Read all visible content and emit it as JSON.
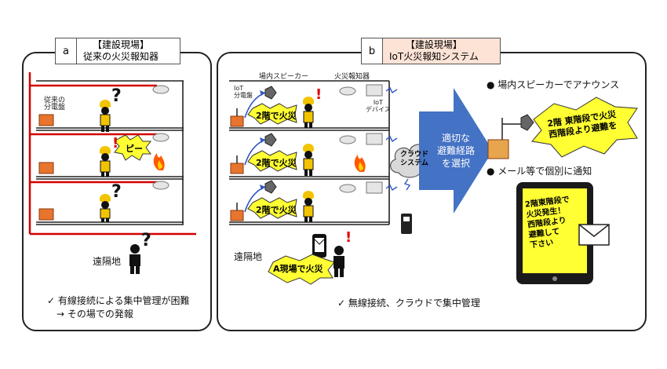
{
  "left_panel": {
    "tag_letter": "a",
    "tag_line1": "【建設現場】",
    "tag_line2": "従来の火災報知器",
    "distribution_board_label": "従来の\n分電盤",
    "alarm_sound": "ピー",
    "remote_label": "遠隔地",
    "note_line1": "✓ 有線接続による集中管理が困難",
    "note_line2": "→ その場での発報"
  },
  "right_panel": {
    "tag_letter": "b",
    "tag_line1": "【建設現場】",
    "tag_line2": "IoT火災報知システム",
    "speaker_label": "場内スピーカー",
    "alarm_label": "火災報知器",
    "iot_board_label": "IoT\n分電盤",
    "iot_device_label": "IoT\nデバイス",
    "floor_alert": "2階で火災",
    "cloud_label": "クラウド\nシステム",
    "arrow_text": "適切な\n避難経路\nを選択",
    "remote_label": "遠隔地",
    "remote_alert": "A現場で火災",
    "bullet1": "● 場内スピーカーでアナウンス",
    "announce": "2階 東階段で火災\n西階段より避難を",
    "bullet2": "● メール等で個別に通知",
    "tablet_text": "2階東階段で\n火災発生！\n西階段より\n避難して\n下さい",
    "note": "✓ 無線接続、クラウドで集中管理"
  },
  "colors": {
    "wire": "#d40000",
    "board": "#e7752d",
    "tag_bg_right": "#fde3d6",
    "arrow": "#4472c4",
    "burst": "#ffff33",
    "tablet": "#1a1a1a",
    "helmet": "#f2c400"
  }
}
